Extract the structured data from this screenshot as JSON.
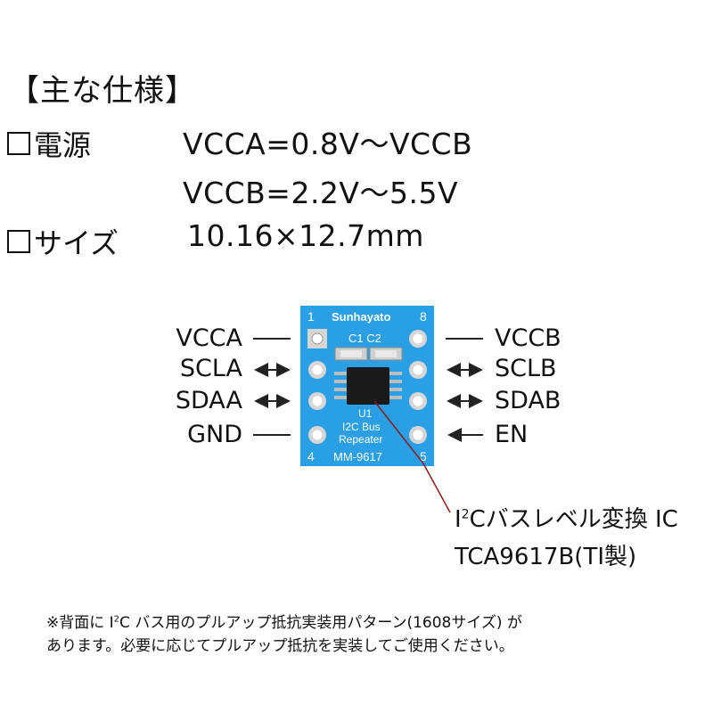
{
  "spec_title": "【主な仕様】",
  "power": {
    "label": "電源",
    "value1": "VCCA=0.8V～VCCB",
    "value2": "VCCB=2.2V～5.5V"
  },
  "size": {
    "label": "サイズ",
    "value": "10.16×12.7mm"
  },
  "board": {
    "brand": "Sunhayato",
    "pin1": "1",
    "pin8": "8",
    "pin4": "4",
    "pin5": "5",
    "cap_labels": "C1 C2",
    "u1": "U1",
    "line1": "I2C Bus",
    "line2": "Repeater",
    "model": "MM-9617",
    "color": "#2b9fe6"
  },
  "pins_left": [
    "VCCA",
    "SCLA",
    "SDAA",
    "GND"
  ],
  "pins_right": [
    "VCCB",
    "SCLB",
    "SDAB",
    "EN"
  ],
  "ic": {
    "line1_pre": "I",
    "line1_sup": "2",
    "line1_post": "Cバスレベル変換 IC",
    "line2": "TCA9617B(TI製)"
  },
  "note": {
    "line1_pre": "※背面に I",
    "line1_sup": "2",
    "line1_post": "C バス用のプルアップ抵抗実装用パターン(1608サイズ) が",
    "line2": "あります。必要に応じてプルアップ抵抗を実装してご使用ください。"
  }
}
